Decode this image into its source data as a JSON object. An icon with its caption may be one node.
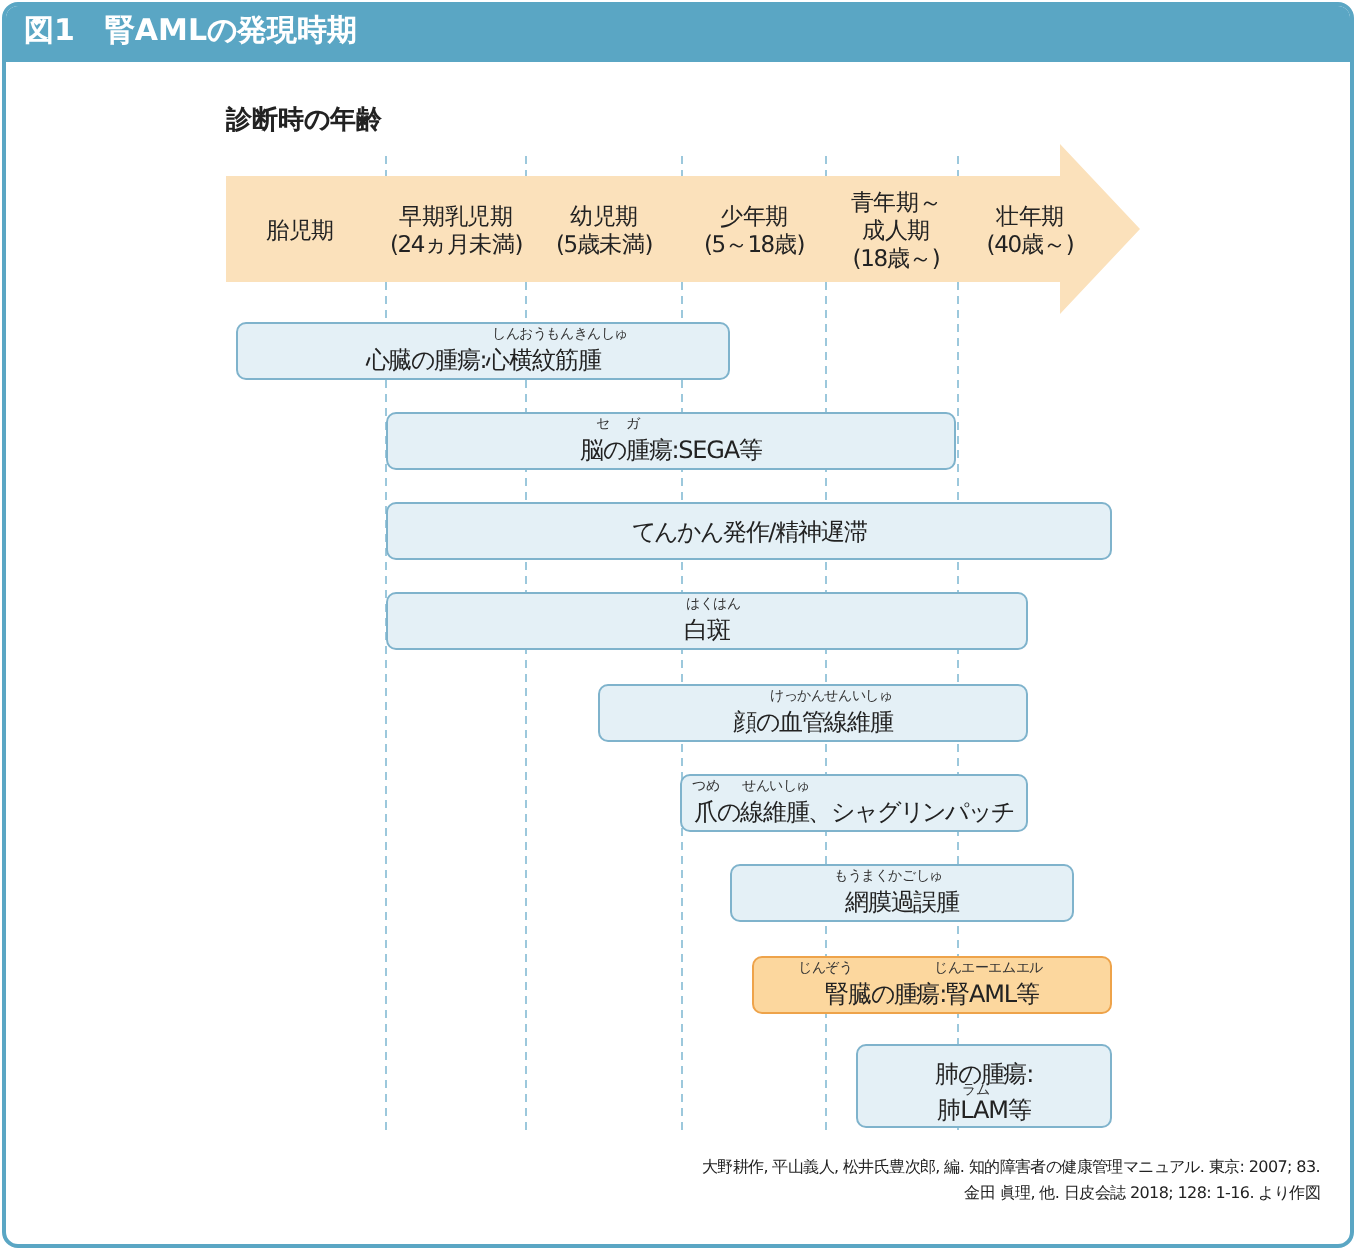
{
  "diagram": {
    "title": "図1　腎AMLの発現時期",
    "nodes": [
      {
        "text": [
          "胎児期",
          "早期乳児期(24ヵ月未満)",
          "幼児期(5歳未満)",
          "少年期(5～18歳)",
          "青年期～成人期(18歳～)",
          "壮年期(40歳～)"
        ],
        "beside": [
          "診断時の年齢"
        ]
      },
      {
        "text": [
          "しんおうもんきんしゅ",
          "心臓の腫瘍:心横紋筋腫"
        ]
      },
      {
        "text": [
          "セ",
          "ガ",
          "脳の腫瘍:SEGA等"
        ]
      },
      {
        "text": [
          "てんかん発作/精神遅滞"
        ]
      },
      {
        "text": [
          "はくはん",
          "白斑"
        ]
      },
      {
        "text": [
          "けっかんせんいしゅ",
          "顔の血管線維腫"
        ]
      },
      {
        "text": [
          "つめ",
          "せんいしゅ",
          "爪の線維腫、シャグリンパッチ"
        ]
      },
      {
        "text": [
          "もうまくかごしゅ",
          "網膜過誤腫"
        ]
      },
      {
        "text": [
          "じんぞう",
          "じんエーエムエル",
          "腎臓の腫瘍:腎AML等"
        ]
      },
      {
        "text": [
          "ラム",
          "肺の腫瘍:肺LAM等"
        ]
      }
    ],
    "labels": [
      "大野耕作, 平山義人, 松井氏豊次郎, 編. 知的障害者の健康管理マニュアル. 東京: 2007; 83.",
      "金田 眞理, 他. 日皮会誌 2018; 128: 1-16. より作図"
    ]
  }
}
